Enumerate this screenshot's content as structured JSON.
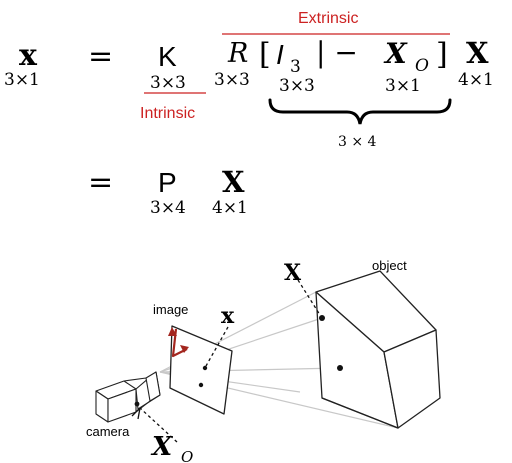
{
  "colors": {
    "annotation_red": "#cc2222",
    "ink": "#111111",
    "ray_gray": "#c8c8c8"
  },
  "equation": {
    "row1": {
      "lhs_symbol": "x",
      "lhs_dim": "3×1",
      "equals": "=",
      "K_symbol": "K",
      "K_dim": "3×3",
      "R_symbol": "R",
      "R_dim": "3×3",
      "lbracket": "[",
      "I_symbol": "I",
      "I_sub": "3",
      "I_dim": "3×3",
      "bar_minus": "| −",
      "Xo_symbol": "X",
      "Xo_sub": "O",
      "Xo_dim": "3×1",
      "rbracket": "]",
      "X_symbol": "X",
      "X_dim": "4×1",
      "brace_label": "3 × 4",
      "extrinsic_label": "Extrinsic",
      "intrinsic_label": "Intrinsic"
    },
    "row2": {
      "equals": "=",
      "P_symbol": "P",
      "P_dim": "3×4",
      "X_symbol": "X",
      "X_dim": "4×1"
    }
  },
  "diagram": {
    "image_label": "image",
    "object_label": "object",
    "camera_label": "camera",
    "x_label": "x",
    "X_label": "X",
    "Xo_symbol": "X",
    "Xo_sub": "O"
  }
}
